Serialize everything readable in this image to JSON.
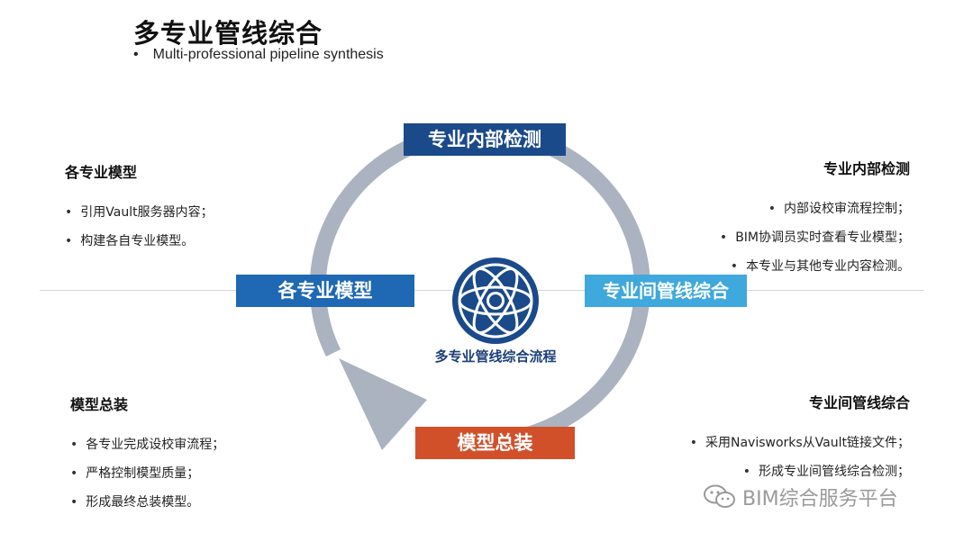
{
  "header": {
    "title": "多专业管线综合",
    "subtitle": "Multi-professional pipeline synthesis"
  },
  "diagram": {
    "center_label": "多专业管线综合流程",
    "stages": {
      "top": "专业内部检测",
      "left": "各专业模型",
      "right": "专业间管线综合",
      "bottom": "模型总装"
    }
  },
  "blocks": {
    "top_left": {
      "heading": "各专业模型",
      "items": [
        "引用Vault服务器内容；",
        "构建各自专业模型。"
      ]
    },
    "top_right": {
      "heading": "专业内部检测",
      "items": [
        "内部设校审流程控制；",
        "BIM协调员实时查看专业模型；",
        "本专业与其他专业内容检测。"
      ]
    },
    "bottom_left": {
      "heading": "模型总装",
      "items": [
        "各专业完成设校审流程；",
        "严格控制模型质量；",
        "形成最终总装模型。"
      ]
    },
    "bottom_right": {
      "heading": "专业间管线综合",
      "items": [
        "采用Navisworks从Vault链接文件；",
        "形成专业间管线综合检测；"
      ]
    }
  },
  "watermark": {
    "text": "BIM综合服务平台",
    "icon": "wechat-icon"
  },
  "colors": {
    "ring": "#aab3bf",
    "stage_top": "#1b4a8a",
    "stage_left": "#1e68b4",
    "stage_right": "#3fa8dc",
    "stage_bottom": "#d1502a",
    "emblem": "#1b4a8a"
  }
}
